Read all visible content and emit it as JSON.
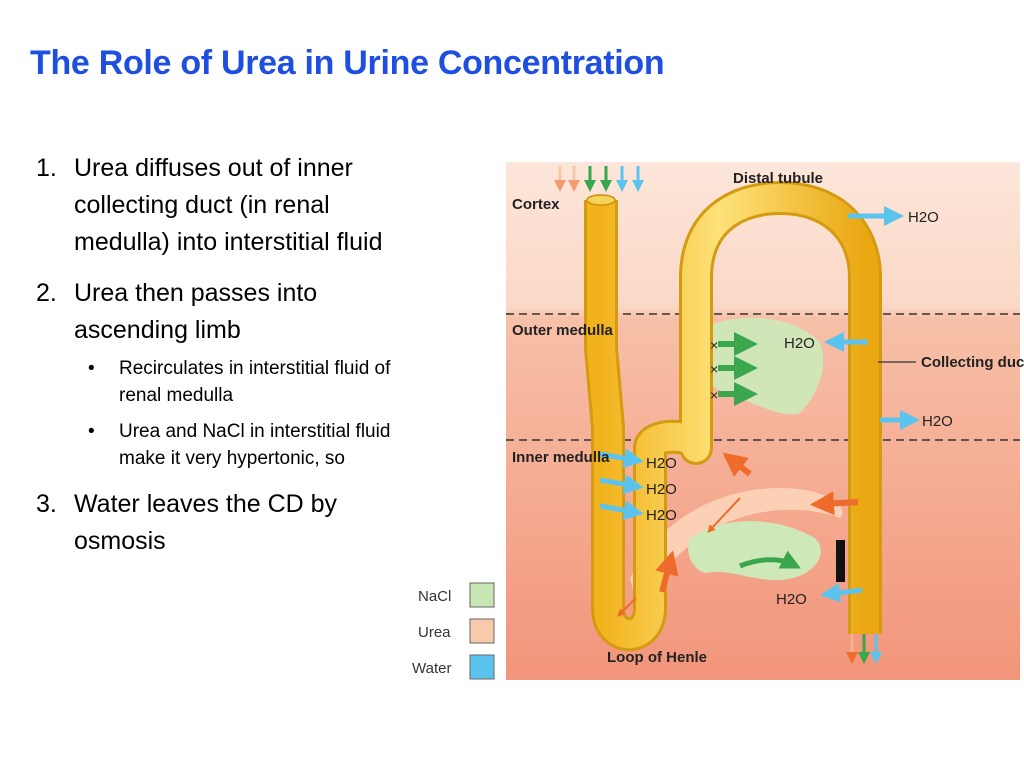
{
  "slide": {
    "title": "The Role of Urea in Urine Concentration"
  },
  "bullets": [
    {
      "number": "1.",
      "text": "Urea diffuses out of inner collecting duct (in renal medulla) into interstitial fluid"
    },
    {
      "number": "2.",
      "text": "Urea then passes into ascending limb",
      "subitems": [
        "Recirculates in interstitial fluid of renal medulla",
        "Urea and NaCl in interstitial fluid make it very hypertonic, so"
      ]
    },
    {
      "number": "3.",
      "text": "Water leaves the CD by osmosis"
    }
  ],
  "diagram": {
    "regions": [
      "Cortex",
      "Outer medulla",
      "Inner medulla"
    ],
    "labels": {
      "distal_tubule": "Distal tubule",
      "collecting_duct": "Collecting duct",
      "loop_of_henle": "Loop of Henle",
      "water": "H2O"
    },
    "legend": [
      {
        "label": "NaCl",
        "color": "#c8e6b4"
      },
      {
        "label": "Urea",
        "color": "#f8c9aa"
      },
      {
        "label": "Water",
        "color": "#5bc4ee"
      }
    ],
    "colors": {
      "cortex_bg": "#fbe3d6",
      "outer_medulla_bg": "#f6b59a",
      "inner_medulla_bg": "#f3a48a",
      "tubule": "#f6c93a",
      "nacl_arrow": "#3aa64e",
      "urea_arrow": "#ee6b2c",
      "water_arrow": "#5bc4ee"
    }
  }
}
